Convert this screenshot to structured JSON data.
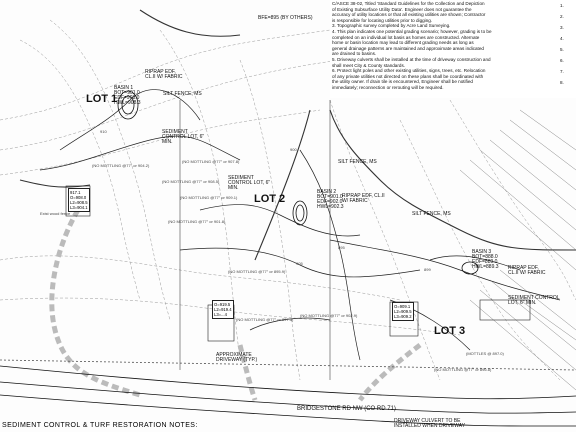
{
  "lots": {
    "lot1": "LOT 1",
    "lot2": "LOT 2",
    "lot3": "LOT 3"
  },
  "labels": {
    "bfe": "BFE=895 (BY OTHERS)",
    "silt_fence": "SILT FENCE, MS",
    "sediment_lot_top": "SEDIMENT CONTROL LOT, 6\" MIN.",
    "sediment_lot_mid": "SEDIMENT CONTROL LOT, 6\" MIN.",
    "sediment_lot_right": "SEDIMENT CONTROL LOT, 6\" MIN.",
    "riprap_top": "RIPRAP EDF, CL.II W/ FABRIC",
    "riprap_mid": "RIPRAP EDF, CL.II W/ FABRIC",
    "riprap_right": "RIPRAP EDF, CL.II W/ FABRIC",
    "basin1": "BASIN 1",
    "basin1_bot": "BOT=901.0",
    "basin1_edf": "EDF=908.0",
    "basin1_hwl": "HWL=908.3",
    "basin2": "BASIN 2",
    "basin2_bot": "BOT=901.0",
    "basin2_edf": "EDF=902.0",
    "basin2_hwl": "HWL=902.3",
    "basin3": "BASIN 3",
    "basin3_bot": "BOT=888.0",
    "basin3_edf": "EDF=889.0",
    "basin3_hwl": "HWL=889.3",
    "approx_driveway": "APPROXIMATE DRIVEWAY (TYP.)",
    "road": "BRIDGESTONE RD NW (CO RD 71)",
    "culvert": "DRIVEWAY CULVERT TO BE INSTALLED WHEN DRIVEWAY",
    "mottling_1": "(NO MOTTLING @77\" or 904.2)",
    "mottling_2": "(NO MOTTLING @77\" or 907.8)",
    "mottling_3": "(NO MOTTLING @77\" or 908.5)",
    "mottling_4": "(NO MOTTLING @77\" or 909.1)",
    "mottling_5": "(NO MOTTLING @77\" or 901.8)",
    "mottling_6": "(NO MOTTLING @77\" or 895.9)",
    "mottling_7": "(NO MOTTLING @77\" or 897.5)",
    "mottling_8": "(NO MOTTLING @77\" or 902.9)",
    "mottling_9": "(MOTTLES @ 897.0)",
    "mottling_10": "(NO MOTTLING @77\" or 896.8)",
    "existing_fence": "Exist wood fence",
    "contour_910": "910",
    "contour_905": "905",
    "contour_900": "900",
    "contour_895": "895",
    "contour_899": "899"
  },
  "box_labels": {
    "box1": [
      "917.1",
      "O=908.0",
      "L2=908.5",
      "L3=904.1"
    ],
    "box2": [
      "O=919.5",
      "L2=919.4",
      "L3=...4"
    ],
    "box3": [
      "O=909.1",
      "L2=909.5",
      "L3=909.2"
    ]
  },
  "notes": {
    "lines": [
      "C/ASCE 38-02, Titled 'Standard Guidelines for the Collection and Depiction",
      "of Existing Subsurface Utility Data'. Engineer does not guarantee the",
      "accuracy of utility locations or that all existing utilities are shown; Contractor",
      "is responsible for locating utilities prior to digging.",
      "3. Topographic survey completed by Acre Land Surveying.",
      "4. This plan indicates one potential grading scenario; however, grading is to be",
      "   completed on an individual lot basis as homes are constructed. Alternate",
      "   home or basin location may lead to different grading needs as long as",
      "   general drainage patterns are maintained and approximate areas indicated",
      "   are drained to basins.",
      "5. Driveway culverts shall be installed at the time of driveway construction and",
      "   shall meet City & County standards.",
      "6. Protect light poles and other existing utilities, signs, trees, etc. Relocation",
      "   of any private utilities not directed on these plans shall be coordinated with",
      "   the utility owner. If drain tile is encountered, Engineer shall be notified",
      "   immediately; reconnection or rerouting will be required."
    ],
    "right_col": [
      "1.",
      "2.",
      "3.",
      "4.",
      "5.",
      "6.",
      "7.",
      "8."
    ]
  },
  "footer": {
    "title": "SEDIMENT CONTROL & TURF RESTORATION NOTES:"
  }
}
